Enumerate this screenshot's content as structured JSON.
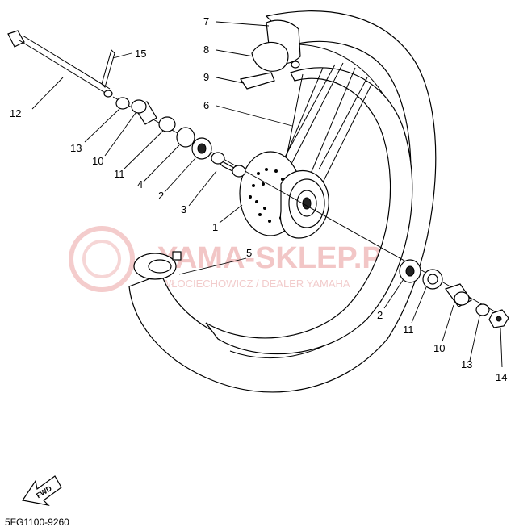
{
  "diagram": {
    "code": "5FG1100-9260",
    "fwd_label": "FWD",
    "watermark": {
      "brand": "YAMA-SKLEP.PL",
      "subtitle": "WŁOCIECHOWICZ / DEALER YAMAHA"
    },
    "callouts": {
      "c1": "1",
      "c2a": "2",
      "c2b": "2",
      "c3": "3",
      "c4": "4",
      "c5": "5",
      "c6": "6",
      "c7": "7",
      "c8": "8",
      "c9": "9",
      "c10a": "10",
      "c10b": "10",
      "c11a": "11",
      "c11b": "11",
      "c12": "12",
      "c13a": "13",
      "c13b": "13",
      "c14": "14",
      "c15": "15"
    }
  }
}
